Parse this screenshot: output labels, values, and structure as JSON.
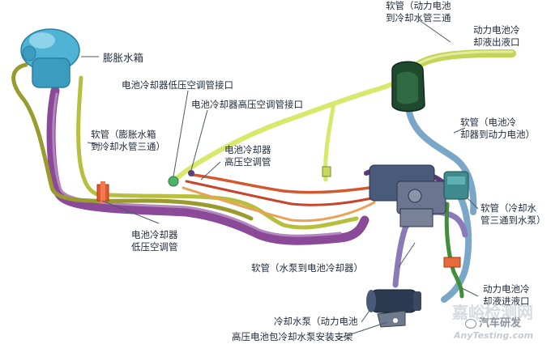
{
  "labels": {
    "expansion_tank": "膨胀水箱",
    "low_pressure_ac_connector": "电池冷却器低压空调管接口",
    "high_pressure_ac_connector": "电池冷却器高压空调管接口",
    "high_pressure_ac_pipe_l1": "电池冷却器",
    "high_pressure_ac_pipe_l2": "高压空调管",
    "hose_tank_to_tee_l1": "软管（膨胀水箱",
    "hose_tank_to_tee_l2": "到冷却水管三通）",
    "low_pressure_ac_pipe_l1": "电池冷却器",
    "low_pressure_ac_pipe_l2": "低压空调管",
    "hose_power_battery_tee_l1": "软管（动力电池",
    "hose_power_battery_tee_l2": "到冷却水管三通",
    "battery_coolant_outlet_l1": "动力电池冷",
    "battery_coolant_outlet_l2": "却液出液口",
    "hose_chiller_to_battery_l1": "软管（电池冷",
    "hose_chiller_to_battery_l2": "却器到动力电池）",
    "hose_tee_to_pump_l1": "软管（冷却水",
    "hose_tee_to_pump_l2": "管三通到水泵）",
    "hose_pump_to_chiller": "软管（水泵到电池冷却器）",
    "battery_coolant_inlet_l1": "动力电池冷",
    "battery_coolant_inlet_l2": "却液进液口",
    "coolant_pump": "冷却水泵（动力电池",
    "pump_bracket": "高压电池包冷却水泵安装支架"
  },
  "watermark": {
    "cn": "嘉峪检测网",
    "wechat": "汽车研发",
    "en": "AnyTesting.com"
  },
  "colors": {
    "purple_pipe": "#8a4a98",
    "olive_pipe": "#b8bf3e",
    "yellow_green_pipe": "#d8e86a",
    "red_pipe": "#d4572e",
    "orange_pipe": "#e8a25a",
    "blue_pipe": "#7aa6c8",
    "green_pipe": "#3f8f3a",
    "dark_green_tee": "#1f4a2e",
    "cyan_tank": "#4fb3d3",
    "leader_line": "#4a5a6a"
  }
}
